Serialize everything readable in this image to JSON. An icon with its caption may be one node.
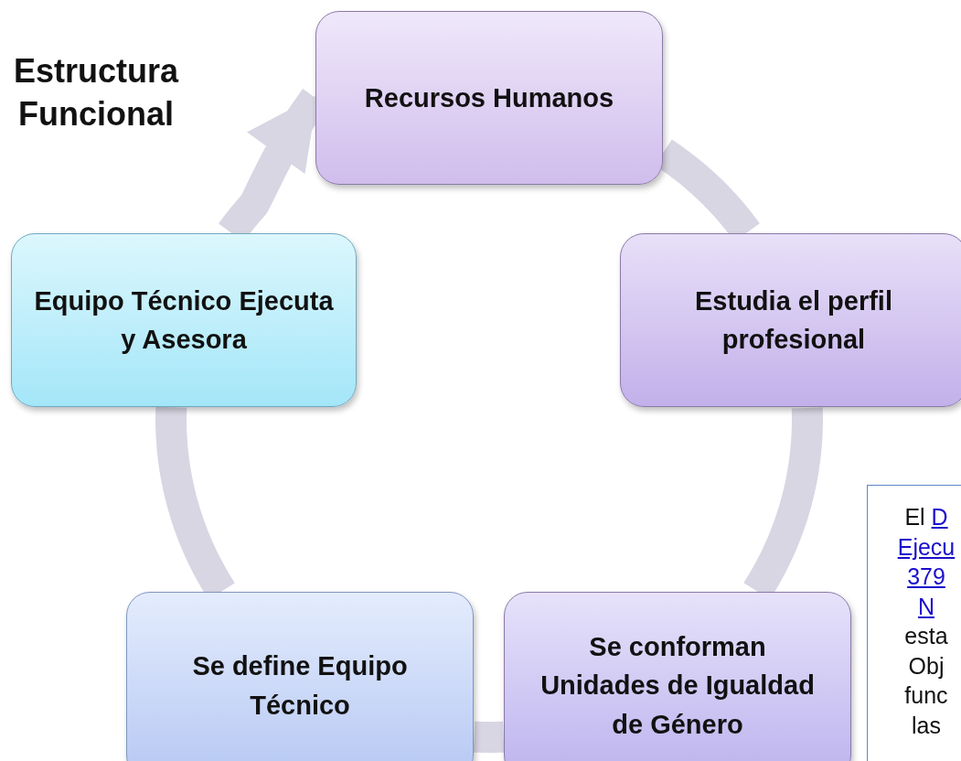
{
  "diagram": {
    "title": "Estructura Funcional",
    "nodes": [
      {
        "text": [
          "Recursos Humanos"
        ]
      },
      {
        "text": [
          "Estudia el perfil profesional"
        ]
      },
      {
        "text": [
          "Se conforman Unidades de Igualdad de Género"
        ]
      },
      {
        "text": [
          "Se define Equipo Técnico"
        ]
      },
      {
        "text": [
          "Equipo Técnico Ejecuta y Asesora"
        ]
      },
      {
        "text": [
          "El",
          "D",
          "Ejecu",
          "379",
          "N",
          "esta",
          "Obj",
          "func",
          "las"
        ]
      }
    ],
    "edges": [
      {
        "from": 0,
        "to": 1,
        "arrow": "none"
      },
      {
        "from": 1,
        "to": 2,
        "arrow": "none"
      },
      {
        "from": 2,
        "to": 3,
        "arrow": "none"
      },
      {
        "from": 3,
        "to": 4,
        "arrow": "none"
      },
      {
        "from": 4,
        "to": 0,
        "arrow": "to"
      }
    ]
  }
}
